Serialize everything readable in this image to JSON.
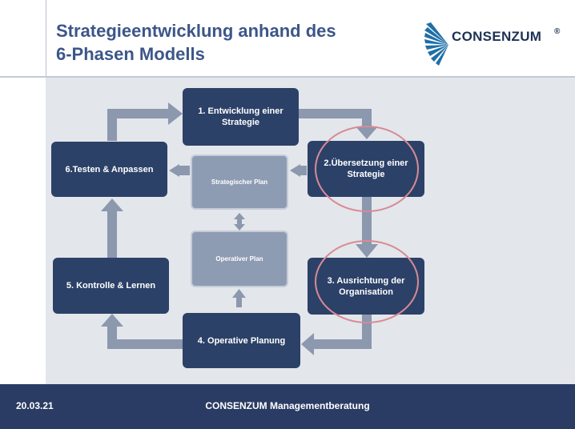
{
  "slide": {
    "title_line1": "Strategieentwicklung anhand des",
    "title_line2": "6-Phasen Modells"
  },
  "logo": {
    "text": "CONSENZUM",
    "registered": "®",
    "icon": "consenzum-fan-logo-icon"
  },
  "phases": {
    "p1": {
      "line1": "1. Entwicklung einer",
      "line2": "Strategie"
    },
    "p2": {
      "line1": "2.Übersetzung einer",
      "line2": "Strategie"
    },
    "p3": {
      "line1": "3. Ausrichtung der",
      "line2": "Organisation"
    },
    "p4": {
      "line1": "4. Operative Planung"
    },
    "p5": {
      "line1": "5. Kontrolle & Lernen"
    },
    "p6": {
      "line1": "6.Testen & Anpassen"
    }
  },
  "plans": {
    "strategic": "Strategischer Plan",
    "operative": "Operativer Plan"
  },
  "footer": {
    "date": "20.03.21",
    "company": "CONSENZUM Managementberatung"
  },
  "colors": {
    "title": "#3c5689",
    "box": "#2c4168",
    "plan_box": "#8e9cb3",
    "arrow": "#8b98ae",
    "highlight_circle": "#d98a94",
    "footer": "#2a3c63",
    "panel": "#e3e6eb"
  }
}
